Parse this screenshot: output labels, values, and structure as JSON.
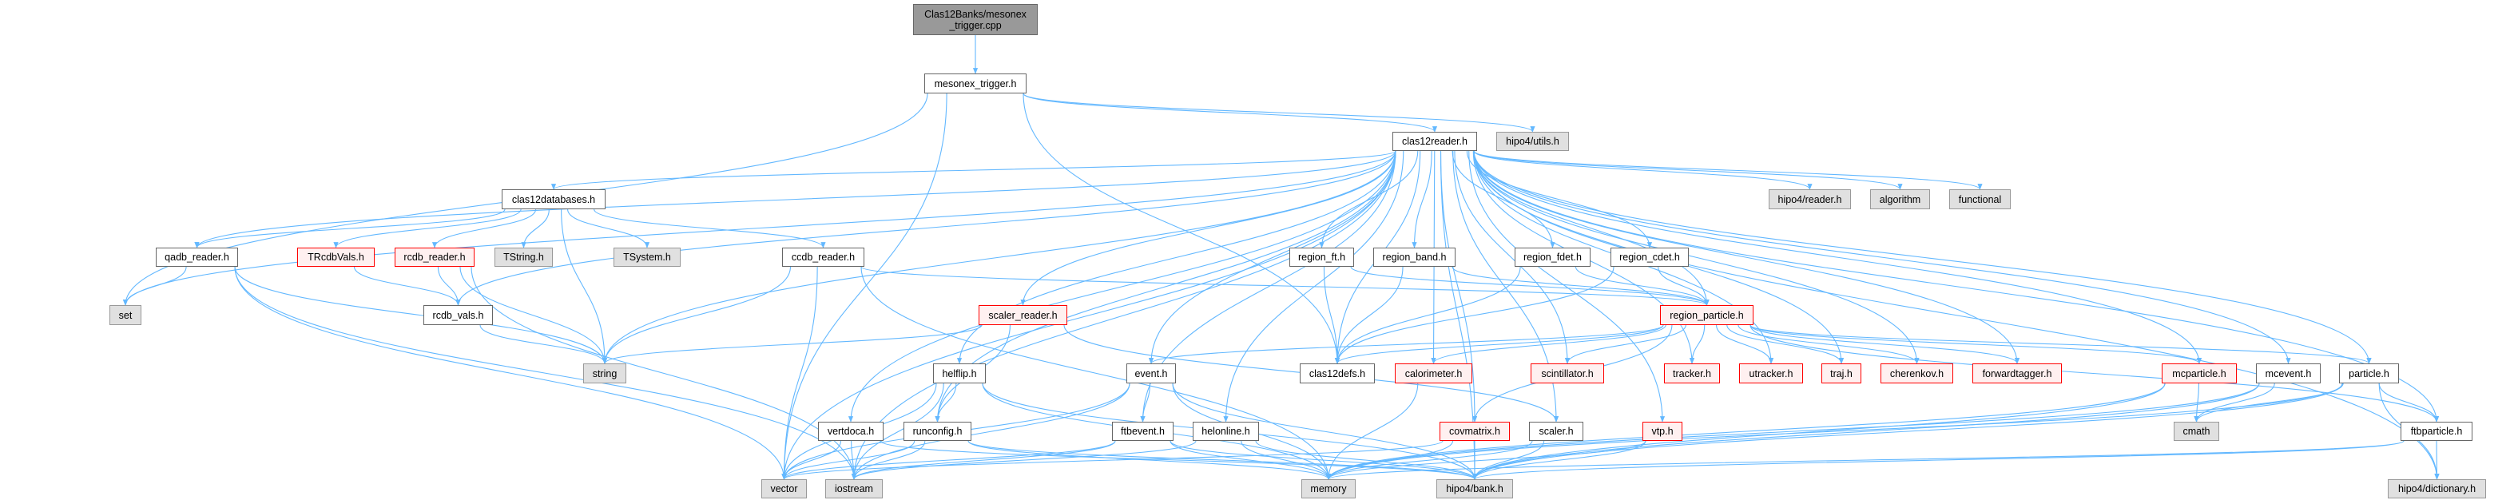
{
  "colors": {
    "edge": "#63b8ff",
    "root_fill": "#999999",
    "plain_border": "#666666",
    "ext_fill": "#e0e0e0",
    "red_border": "#ff0000",
    "red_fill": "#fff0f0"
  },
  "nodes": [
    {
      "id": "cpp",
      "label": "Clas12Banks/mesonex\n_trigger.cpp",
      "kind": "root"
    },
    {
      "id": "mesonex",
      "label": "mesonex_trigger.h",
      "kind": "plain"
    },
    {
      "id": "c12r",
      "label": "clas12reader.h",
      "kind": "plain"
    },
    {
      "id": "utils",
      "label": "hipo4/utils.h",
      "kind": "ext"
    },
    {
      "id": "c12db",
      "label": "clas12databases.h",
      "kind": "plain"
    },
    {
      "id": "hreader",
      "label": "hipo4/reader.h",
      "kind": "ext"
    },
    {
      "id": "algorithm",
      "label": "algorithm",
      "kind": "ext"
    },
    {
      "id": "functional",
      "label": "functional",
      "kind": "ext"
    },
    {
      "id": "qadb",
      "label": "qadb_reader.h",
      "kind": "plain"
    },
    {
      "id": "trcdb",
      "label": "TRcdbVals.h",
      "kind": "red"
    },
    {
      "id": "rcdbr",
      "label": "rcdb_reader.h",
      "kind": "red"
    },
    {
      "id": "tstring",
      "label": "TString.h",
      "kind": "ext"
    },
    {
      "id": "tsystem",
      "label": "TSystem.h",
      "kind": "ext"
    },
    {
      "id": "ccdb",
      "label": "ccdb_reader.h",
      "kind": "plain"
    },
    {
      "id": "rft",
      "label": "region_ft.h",
      "kind": "plain"
    },
    {
      "id": "rband",
      "label": "region_band.h",
      "kind": "plain"
    },
    {
      "id": "rfdet",
      "label": "region_fdet.h",
      "kind": "plain"
    },
    {
      "id": "rcdet",
      "label": "region_cdet.h",
      "kind": "plain"
    },
    {
      "id": "set",
      "label": "set",
      "kind": "ext"
    },
    {
      "id": "rcdbv",
      "label": "rcdb_vals.h",
      "kind": "plain"
    },
    {
      "id": "scalerr",
      "label": "scaler_reader.h",
      "kind": "red"
    },
    {
      "id": "rpart",
      "label": "region_particle.h",
      "kind": "red"
    },
    {
      "id": "string",
      "label": "string",
      "kind": "ext"
    },
    {
      "id": "helflip",
      "label": "helflip.h",
      "kind": "plain"
    },
    {
      "id": "event",
      "label": "event.h",
      "kind": "plain"
    },
    {
      "id": "defs",
      "label": "clas12defs.h",
      "kind": "plain"
    },
    {
      "id": "calo",
      "label": "calorimeter.h",
      "kind": "red"
    },
    {
      "id": "scint",
      "label": "scintillator.h",
      "kind": "red"
    },
    {
      "id": "tracker",
      "label": "tracker.h",
      "kind": "red"
    },
    {
      "id": "utracker",
      "label": "utracker.h",
      "kind": "red"
    },
    {
      "id": "traj",
      "label": "traj.h",
      "kind": "red"
    },
    {
      "id": "cher",
      "label": "cherenkov.h",
      "kind": "red"
    },
    {
      "id": "ftag",
      "label": "forwardtagger.h",
      "kind": "red"
    },
    {
      "id": "mcpart",
      "label": "mcparticle.h",
      "kind": "red"
    },
    {
      "id": "mcevent",
      "label": "mcevent.h",
      "kind": "plain"
    },
    {
      "id": "particle",
      "label": "particle.h",
      "kind": "plain"
    },
    {
      "id": "vertdoca",
      "label": "vertdoca.h",
      "kind": "plain"
    },
    {
      "id": "runconfig",
      "label": "runconfig.h",
      "kind": "plain"
    },
    {
      "id": "ftbevent",
      "label": "ftbevent.h",
      "kind": "plain"
    },
    {
      "id": "helonline",
      "label": "helonline.h",
      "kind": "plain"
    },
    {
      "id": "covmatrix",
      "label": "covmatrix.h",
      "kind": "red"
    },
    {
      "id": "scaler",
      "label": "scaler.h",
      "kind": "plain"
    },
    {
      "id": "vtp",
      "label": "vtp.h",
      "kind": "red"
    },
    {
      "id": "cmath",
      "label": "cmath",
      "kind": "ext"
    },
    {
      "id": "ftbpart",
      "label": "ftbparticle.h",
      "kind": "plain"
    },
    {
      "id": "vector",
      "label": "vector",
      "kind": "ext"
    },
    {
      "id": "iostream",
      "label": "iostream",
      "kind": "ext"
    },
    {
      "id": "memory",
      "label": "memory",
      "kind": "ext"
    },
    {
      "id": "bank",
      "label": "hipo4/bank.h",
      "kind": "ext"
    },
    {
      "id": "dict",
      "label": "hipo4/dictionary.h",
      "kind": "ext"
    }
  ],
  "edges": [
    [
      "cpp",
      "mesonex"
    ],
    [
      "mesonex",
      "c12r"
    ],
    [
      "mesonex",
      "utils"
    ],
    [
      "mesonex",
      "defs"
    ],
    [
      "mesonex",
      "set"
    ],
    [
      "mesonex",
      "vector"
    ],
    [
      "c12r",
      "c12db"
    ],
    [
      "c12r",
      "qadb"
    ],
    [
      "c12r",
      "set"
    ],
    [
      "c12r",
      "vector"
    ],
    [
      "c12r",
      "string"
    ],
    [
      "c12r",
      "iostream"
    ],
    [
      "c12r",
      "bank"
    ],
    [
      "c12r",
      "hreader"
    ],
    [
      "c12r",
      "algorithm"
    ],
    [
      "c12r",
      "functional"
    ],
    [
      "c12r",
      "rft"
    ],
    [
      "c12r",
      "rband"
    ],
    [
      "c12r",
      "rfdet"
    ],
    [
      "c12r",
      "rcdet"
    ],
    [
      "c12r",
      "rpart"
    ],
    [
      "c12r",
      "scalerr"
    ],
    [
      "c12r",
      "helflip"
    ],
    [
      "c12r",
      "event"
    ],
    [
      "c12r",
      "defs"
    ],
    [
      "c12r",
      "calo"
    ],
    [
      "c12r",
      "covmatrix"
    ],
    [
      "c12r",
      "scint"
    ],
    [
      "c12r",
      "tracker"
    ],
    [
      "c12r",
      "utracker"
    ],
    [
      "c12r",
      "traj"
    ],
    [
      "c12r",
      "cher"
    ],
    [
      "c12r",
      "ftag"
    ],
    [
      "c12r",
      "mcpart"
    ],
    [
      "c12r",
      "mcevent"
    ],
    [
      "c12r",
      "particle"
    ],
    [
      "c12r",
      "ftbpart"
    ],
    [
      "c12r",
      "dict"
    ],
    [
      "c12r",
      "vertdoca"
    ],
    [
      "c12r",
      "runconfig"
    ],
    [
      "c12r",
      "ftbevent"
    ],
    [
      "c12r",
      "helonline"
    ],
    [
      "c12r",
      "rcdbv"
    ],
    [
      "c12r",
      "vtp"
    ],
    [
      "c12r",
      "scaler"
    ],
    [
      "c12db",
      "qadb"
    ],
    [
      "c12db",
      "trcdb"
    ],
    [
      "c12db",
      "rcdbr"
    ],
    [
      "c12db",
      "tstring"
    ],
    [
      "c12db",
      "tsystem"
    ],
    [
      "c12db",
      "string"
    ],
    [
      "c12db",
      "ccdb"
    ],
    [
      "qadb",
      "set"
    ],
    [
      "qadb",
      "string"
    ],
    [
      "qadb",
      "vector"
    ],
    [
      "qadb",
      "iostream"
    ],
    [
      "trcdb",
      "rcdbv"
    ],
    [
      "rcdbr",
      "rcdbv"
    ],
    [
      "rcdbr",
      "string"
    ],
    [
      "rcdbr",
      "iostream"
    ],
    [
      "rcdbv",
      "string"
    ],
    [
      "ccdb",
      "string"
    ],
    [
      "ccdb",
      "vector"
    ],
    [
      "ccdb",
      "rpart"
    ],
    [
      "ccdb",
      "memory"
    ],
    [
      "rft",
      "defs"
    ],
    [
      "rft",
      "rpart"
    ],
    [
      "rband",
      "defs"
    ],
    [
      "rband",
      "rpart"
    ],
    [
      "rfdet",
      "defs"
    ],
    [
      "rfdet",
      "rpart"
    ],
    [
      "rcdet",
      "defs"
    ],
    [
      "rcdet",
      "rpart"
    ],
    [
      "rpart",
      "event"
    ],
    [
      "rpart",
      "defs"
    ],
    [
      "rpart",
      "calo"
    ],
    [
      "rpart",
      "scint"
    ],
    [
      "rpart",
      "tracker"
    ],
    [
      "rpart",
      "utracker"
    ],
    [
      "rpart",
      "traj"
    ],
    [
      "rpart",
      "cher"
    ],
    [
      "rpart",
      "ftag"
    ],
    [
      "rpart",
      "mcpart"
    ],
    [
      "rpart",
      "particle"
    ],
    [
      "rpart",
      "ftbpart"
    ],
    [
      "rpart",
      "covmatrix"
    ],
    [
      "scalerr",
      "string"
    ],
    [
      "scalerr",
      "runconfig"
    ],
    [
      "scalerr",
      "scaler"
    ],
    [
      "helflip",
      "runconfig"
    ],
    [
      "helflip",
      "vector"
    ],
    [
      "helflip",
      "iostream"
    ],
    [
      "helflip",
      "memory"
    ],
    [
      "helflip",
      "bank"
    ],
    [
      "event",
      "ftbevent"
    ],
    [
      "event",
      "vector"
    ],
    [
      "event",
      "iostream"
    ],
    [
      "event",
      "memory"
    ],
    [
      "event",
      "bank"
    ],
    [
      "calo",
      "memory"
    ],
    [
      "mcpart",
      "cmath"
    ],
    [
      "mcpart",
      "memory"
    ],
    [
      "mcpart",
      "bank"
    ],
    [
      "mcevent",
      "cmath"
    ],
    [
      "mcevent",
      "memory"
    ],
    [
      "mcevent",
      "bank"
    ],
    [
      "particle",
      "cmath"
    ],
    [
      "particle",
      "ftbpart"
    ],
    [
      "particle",
      "dict"
    ],
    [
      "particle",
      "memory"
    ],
    [
      "particle",
      "bank"
    ],
    [
      "ftbpart",
      "dict"
    ],
    [
      "ftbpart",
      "memory"
    ],
    [
      "ftbpart",
      "bank"
    ],
    [
      "vertdoca",
      "vector"
    ],
    [
      "vertdoca",
      "iostream"
    ],
    [
      "vertdoca",
      "bank"
    ],
    [
      "runconfig",
      "vector"
    ],
    [
      "runconfig",
      "iostream"
    ],
    [
      "runconfig",
      "memory"
    ],
    [
      "runconfig",
      "bank"
    ],
    [
      "ftbevent",
      "iostream"
    ],
    [
      "ftbevent",
      "memory"
    ],
    [
      "ftbevent",
      "bank"
    ],
    [
      "ftbevent",
      "vector"
    ],
    [
      "helonline",
      "iostream"
    ],
    [
      "helonline",
      "memory"
    ],
    [
      "helonline",
      "bank"
    ],
    [
      "covmatrix",
      "vector"
    ],
    [
      "covmatrix",
      "memory"
    ],
    [
      "covmatrix",
      "bank"
    ],
    [
      "scaler",
      "memory"
    ],
    [
      "scaler",
      "bank"
    ],
    [
      "vtp",
      "memory"
    ],
    [
      "vtp",
      "bank"
    ]
  ]
}
